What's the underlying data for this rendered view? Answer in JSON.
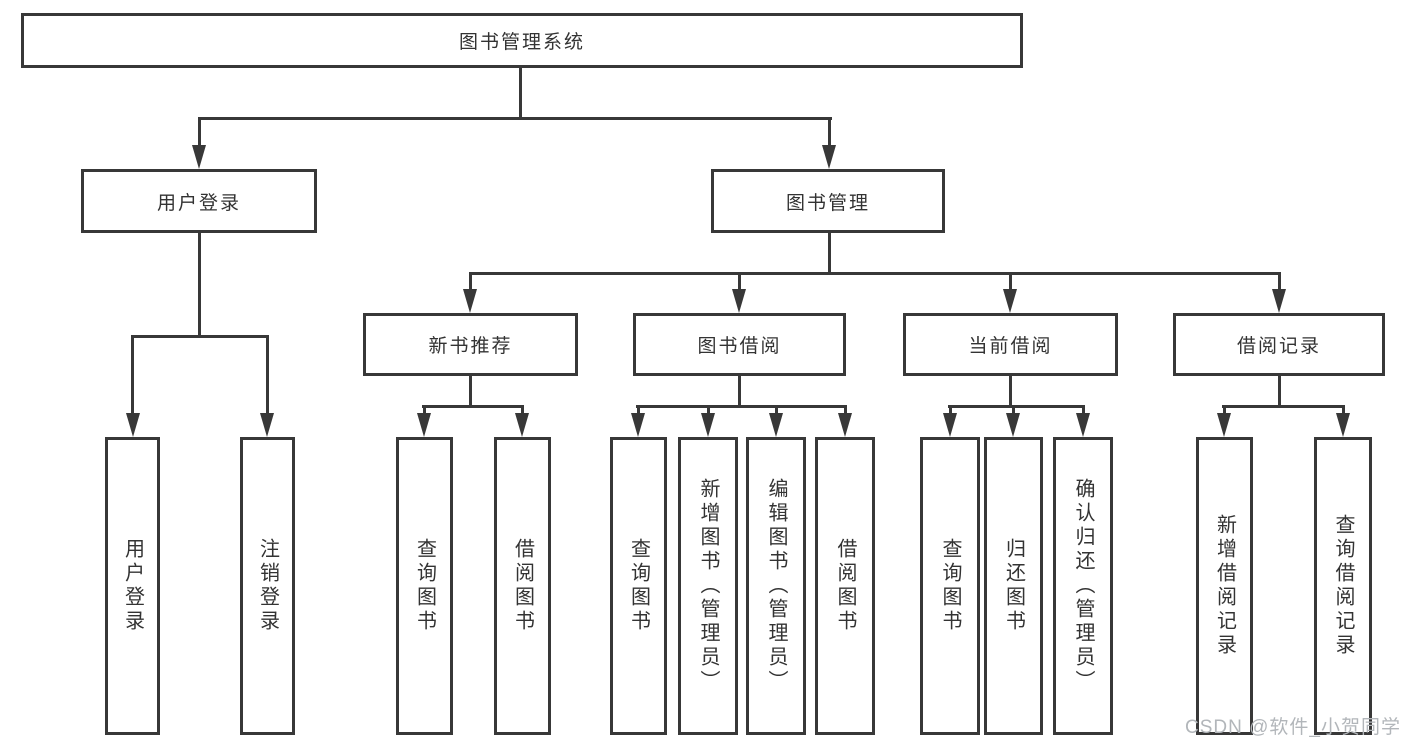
{
  "nodes": {
    "root": "图书管理系统",
    "user_login": "用户登录",
    "book_management": "图书管理",
    "new_book_recommend": "新书推荐",
    "book_borrowing": "图书借阅",
    "current_borrowing": "当前借阅",
    "borrow_records": "借阅记录",
    "leaf_user_login": "用户登录",
    "leaf_logout": "注销登录",
    "leaf_query_book_recommend": "查询图书",
    "leaf_borrow_book_recommend": "借阅图书",
    "leaf_query_book_borrowing": "查询图书",
    "leaf_add_book_admin": "新增图书（管理员）",
    "leaf_edit_book_admin": "编辑图书（管理员）",
    "leaf_borrow_book_borrowing": "借阅图书",
    "leaf_query_book_current": "查询图书",
    "leaf_return_book": "归还图书",
    "leaf_confirm_return_admin": "确认归还（管理员）",
    "leaf_add_borrow_record": "新增借阅记录",
    "leaf_query_borrow_record": "查询借阅记录"
  },
  "edges": [
    [
      "图书管理系统",
      "用户登录"
    ],
    [
      "图书管理系统",
      "图书管理"
    ],
    [
      "用户登录",
      "用户登录"
    ],
    [
      "用户登录",
      "注销登录"
    ],
    [
      "图书管理",
      "新书推荐"
    ],
    [
      "图书管理",
      "图书借阅"
    ],
    [
      "图书管理",
      "当前借阅"
    ],
    [
      "图书管理",
      "借阅记录"
    ],
    [
      "新书推荐",
      "查询图书"
    ],
    [
      "新书推荐",
      "借阅图书"
    ],
    [
      "图书借阅",
      "查询图书"
    ],
    [
      "图书借阅",
      "新增图书（管理员）"
    ],
    [
      "图书借阅",
      "编辑图书（管理员）"
    ],
    [
      "图书借阅",
      "借阅图书"
    ],
    [
      "当前借阅",
      "查询图书"
    ],
    [
      "当前借阅",
      "归还图书"
    ],
    [
      "当前借阅",
      "确认归还（管理员）"
    ],
    [
      "借阅记录",
      "新增借阅记录"
    ],
    [
      "借阅记录",
      "查询借阅记录"
    ]
  ],
  "watermark": {
    "text": "CSDN @软件_小贺同学"
  },
  "colors": {
    "line": "#383838",
    "text": "#333333",
    "watermark": "#b2b6ba",
    "background": "#ffffff"
  }
}
